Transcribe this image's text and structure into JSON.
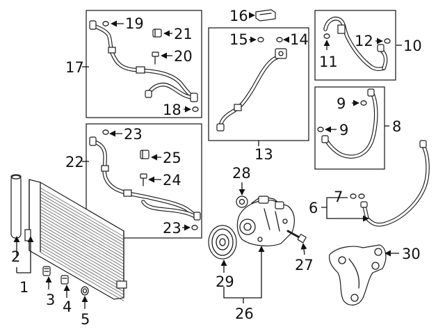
{
  "callouts": {
    "c1": "1",
    "c2": "2",
    "c3": "3",
    "c4": "4",
    "c5": "5",
    "c6": "6",
    "c7": "7",
    "c8": "8",
    "c9a": "9",
    "c9b": "9",
    "c10": "10",
    "c11": "11",
    "c12": "12",
    "c13": "13",
    "c14": "14",
    "c15": "15",
    "c16": "16",
    "c17": "17",
    "c18": "18",
    "c19": "19",
    "c20": "20",
    "c21": "21",
    "c22": "22",
    "c23a": "23",
    "c23b": "23",
    "c24": "24",
    "c25": "25",
    "c26": "26",
    "c27": "27",
    "c28": "28",
    "c29": "29",
    "c30": "30"
  }
}
